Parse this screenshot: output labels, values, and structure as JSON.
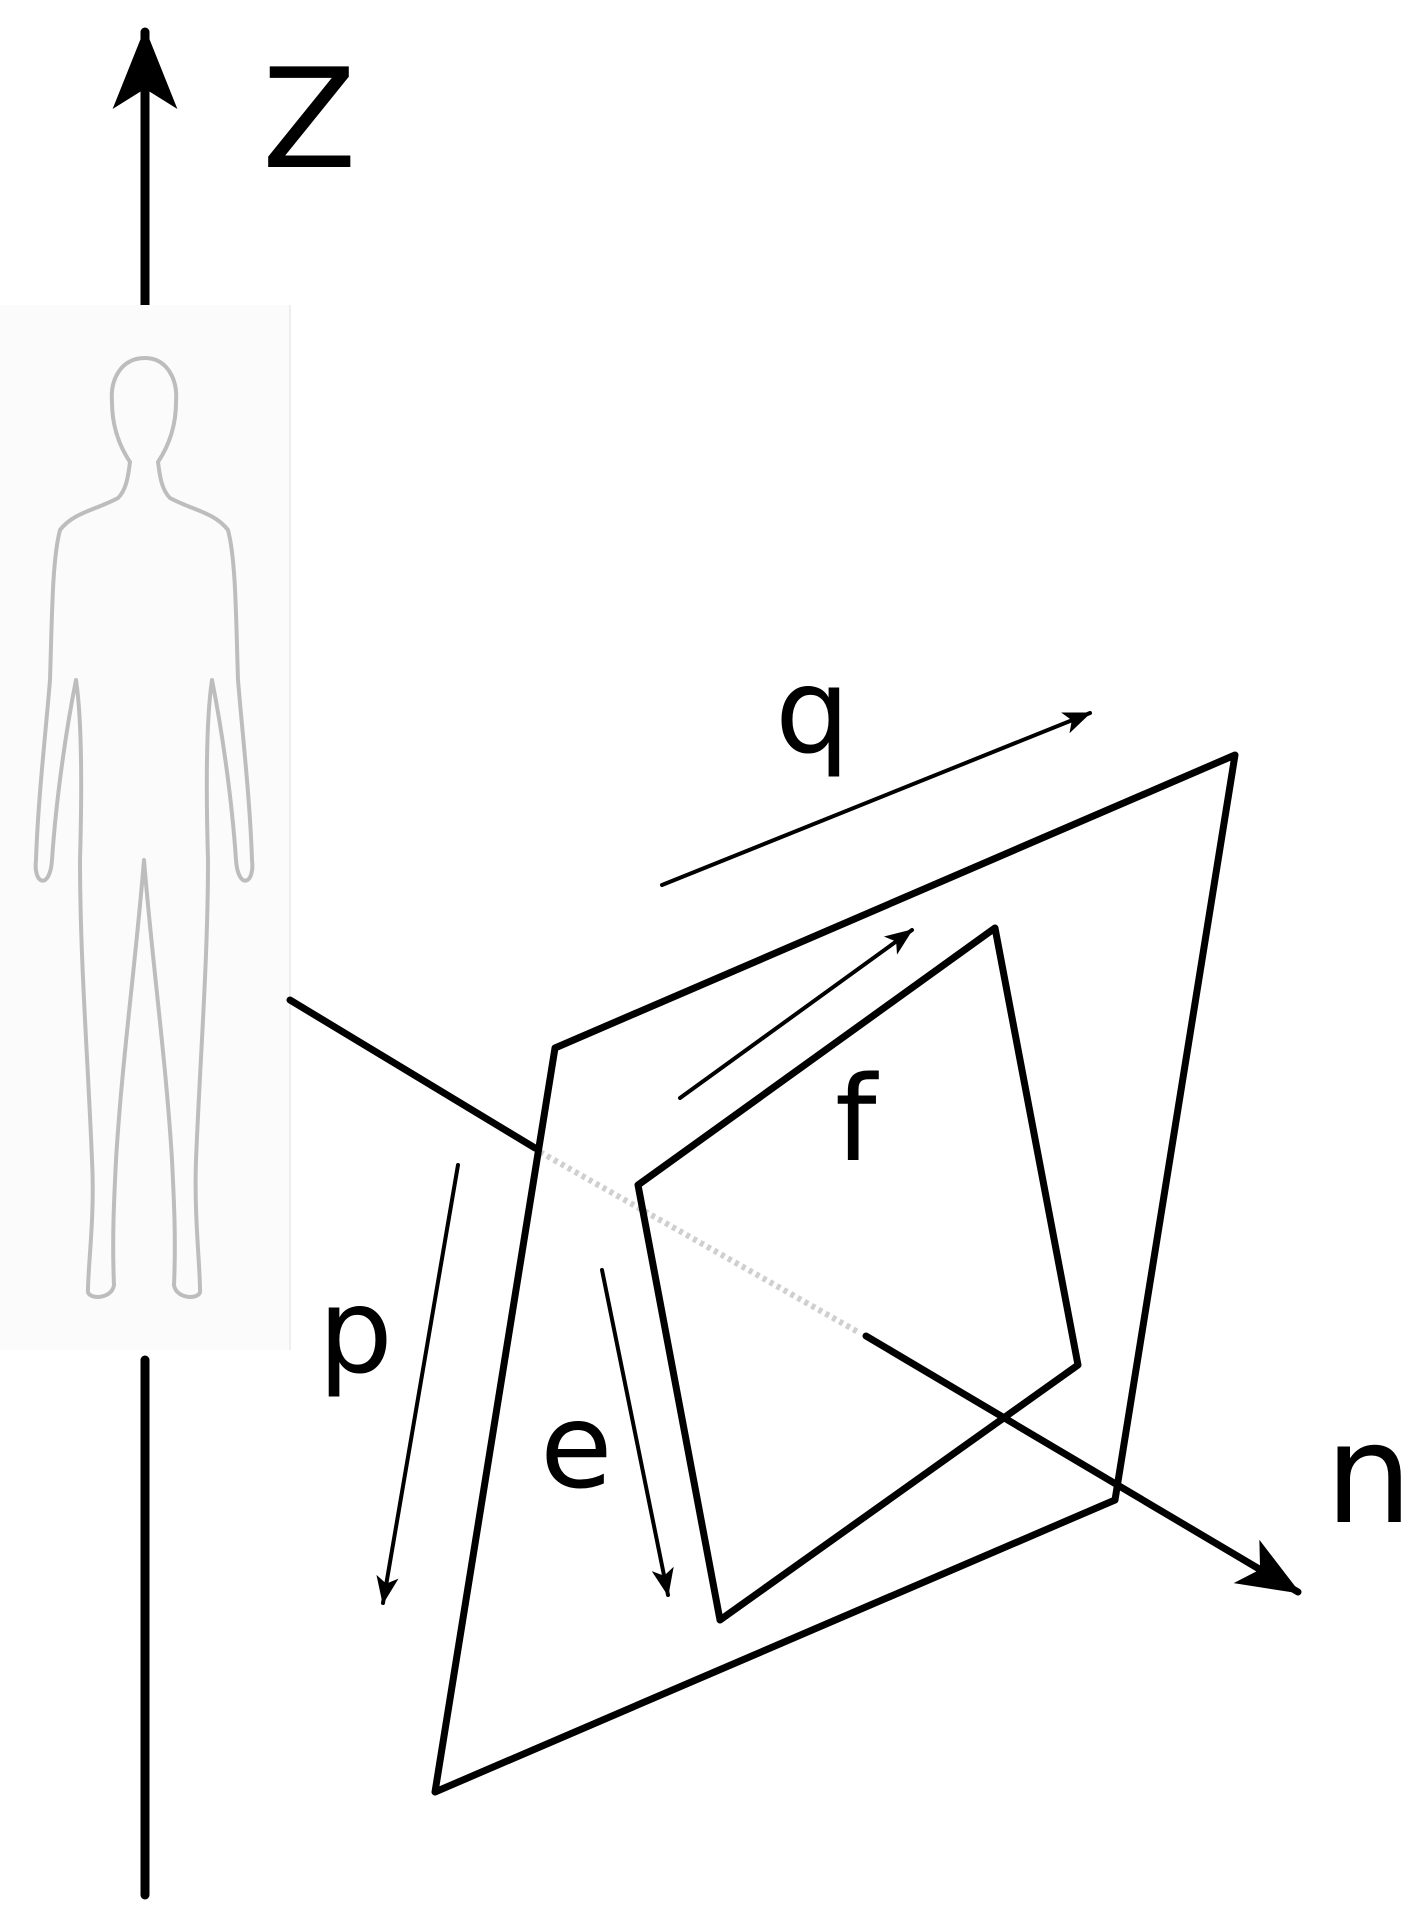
{
  "labels": {
    "z_axis": "Z",
    "normal": "n",
    "vec_q": "q",
    "vec_f": "f",
    "vec_p": "p",
    "vec_e": "e"
  },
  "colors": {
    "ink": "#000000",
    "body_outline": "#bdbdbd",
    "dotted_segment": "#cfcfcf",
    "body_panel": "#fbfbfb"
  },
  "icons": {
    "figure": "human-body-silhouette-icon"
  }
}
